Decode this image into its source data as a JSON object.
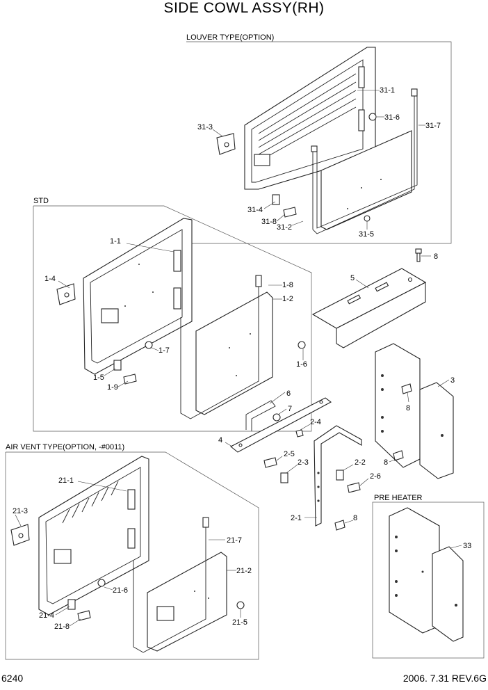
{
  "title": "SIDE COWL ASSY(RH)",
  "sections": {
    "louver": "LOUVER TYPE(OPTION)",
    "std": "STD",
    "air_vent": "AIR VENT TYPE(OPTION, -#0011)",
    "pre_heater": "PRE HEATER"
  },
  "labels": {
    "p31_1": "31-1",
    "p31_3": "31-3",
    "p31_6": "31-6",
    "p31_7": "31-7",
    "p31_4": "31-4",
    "p31_8": "31-8",
    "p31_2": "31-2",
    "p31_5": "31-5",
    "p1_1": "1-1",
    "p1_4": "1-4",
    "p1_7": "1-7",
    "p1_5": "1-5",
    "p1_9": "1-9",
    "p1_8": "1-8",
    "p1_2": "1-2",
    "p1_6": "1-6",
    "p8a": "8",
    "p5": "5",
    "p3": "3",
    "p8b": "8",
    "p8c": "8",
    "p8d": "8",
    "p6": "6",
    "p7": "7",
    "p4": "4",
    "p2_4": "2-4",
    "p2_5": "2-5",
    "p2_3": "2-3",
    "p2_2": "2-2",
    "p2_6": "2-6",
    "p2_1": "2-1",
    "p21_1": "21-1",
    "p21_3": "21-3",
    "p21_7": "21-7",
    "p21_2": "21-2",
    "p21_6": "21-6",
    "p21_4": "21-4",
    "p21_8": "21-8",
    "p21_5": "21-5",
    "p33": "33"
  },
  "footer": {
    "page_no": "6240",
    "date_rev": "2006. 7.31  REV.6G"
  }
}
